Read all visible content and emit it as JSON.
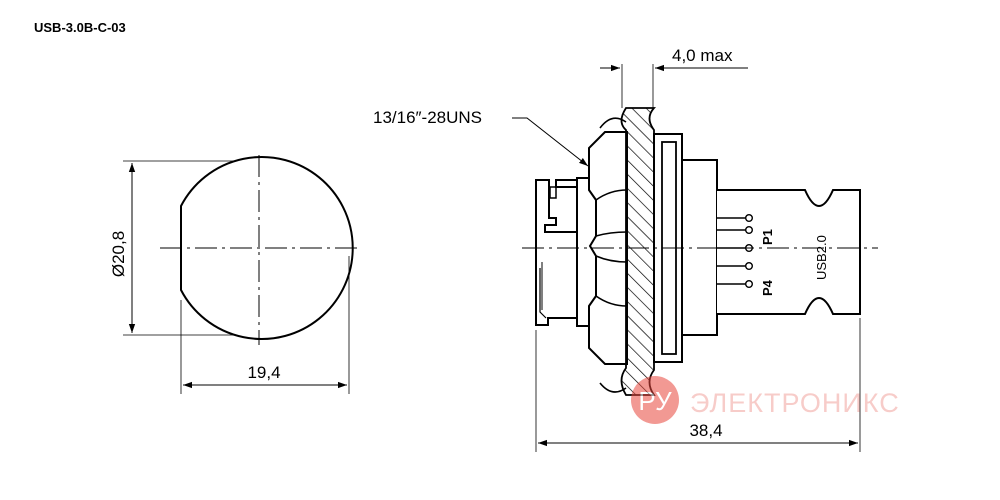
{
  "model": "USB-3.0B-C-03",
  "dimensions": {
    "diameter": "Ø20,8",
    "width_front": "19,4",
    "panel_max": "4,0 max",
    "thread": "13/16″-28UNS",
    "length": "38,4"
  },
  "pins": {
    "first": "P1",
    "last": "P4"
  },
  "usb_label": "USB2.0",
  "watermark": {
    "logo": "РУ",
    "text": "ЭЛЕКТРОНИКС",
    "color": "#e8463c"
  }
}
